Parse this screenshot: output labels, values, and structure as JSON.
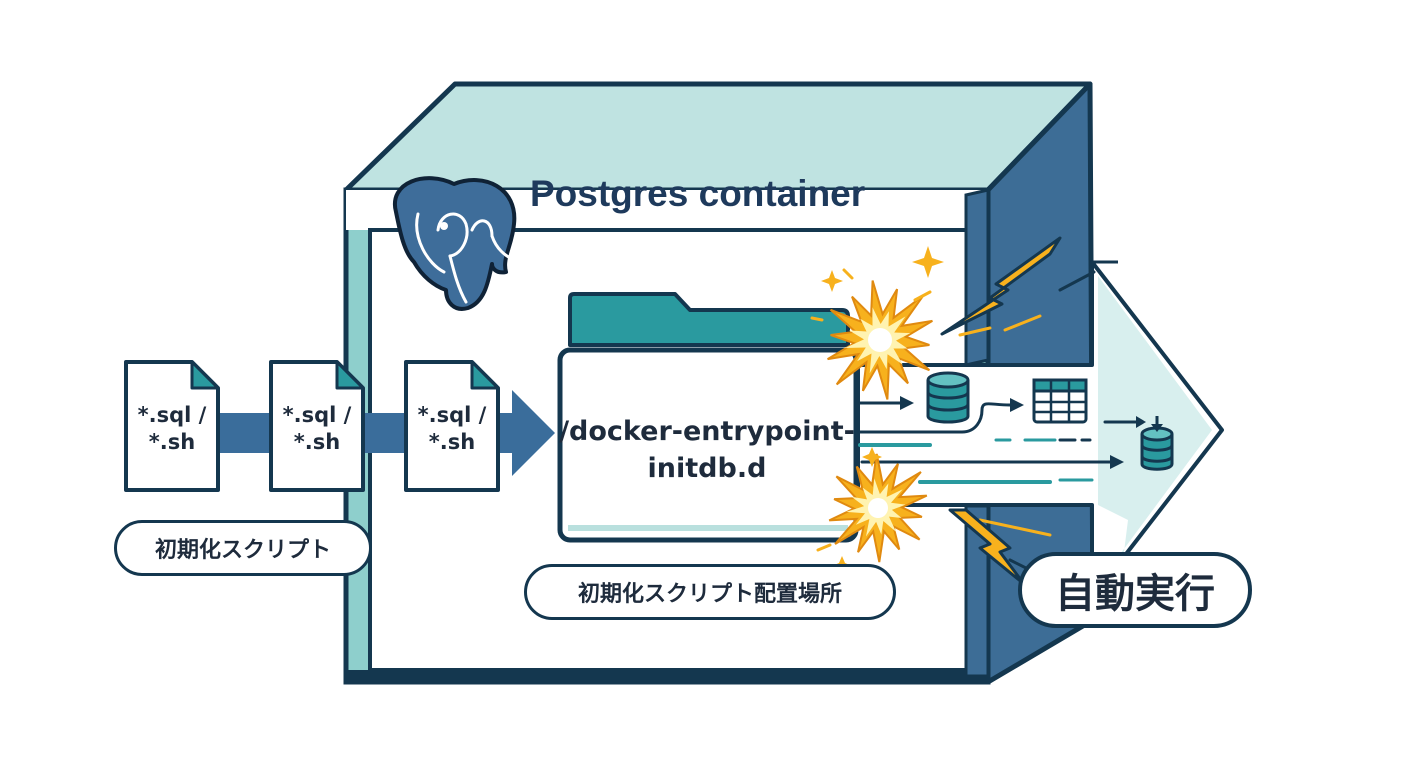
{
  "container": {
    "title": "Postgres container",
    "logo": "postgresql-elephant-icon"
  },
  "scripts": {
    "file_line1": "*.sql /",
    "file_line2": "*.sh",
    "caption": "初期化スクリプト"
  },
  "folder": {
    "path_line1": "/docker-entrypoint-",
    "path_line2": "initdb.d",
    "caption": "初期化スクリプト配置場所"
  },
  "execution": {
    "badge": "自動実行",
    "icons": [
      "database-icon",
      "table-icon",
      "database-download-icon"
    ]
  },
  "colors": {
    "navy": "#14374f",
    "teal": "#8ecfcc",
    "blue": "#3a6d9b",
    "folder_teal": "#2a9a9f",
    "spark": "#f7b11d"
  }
}
